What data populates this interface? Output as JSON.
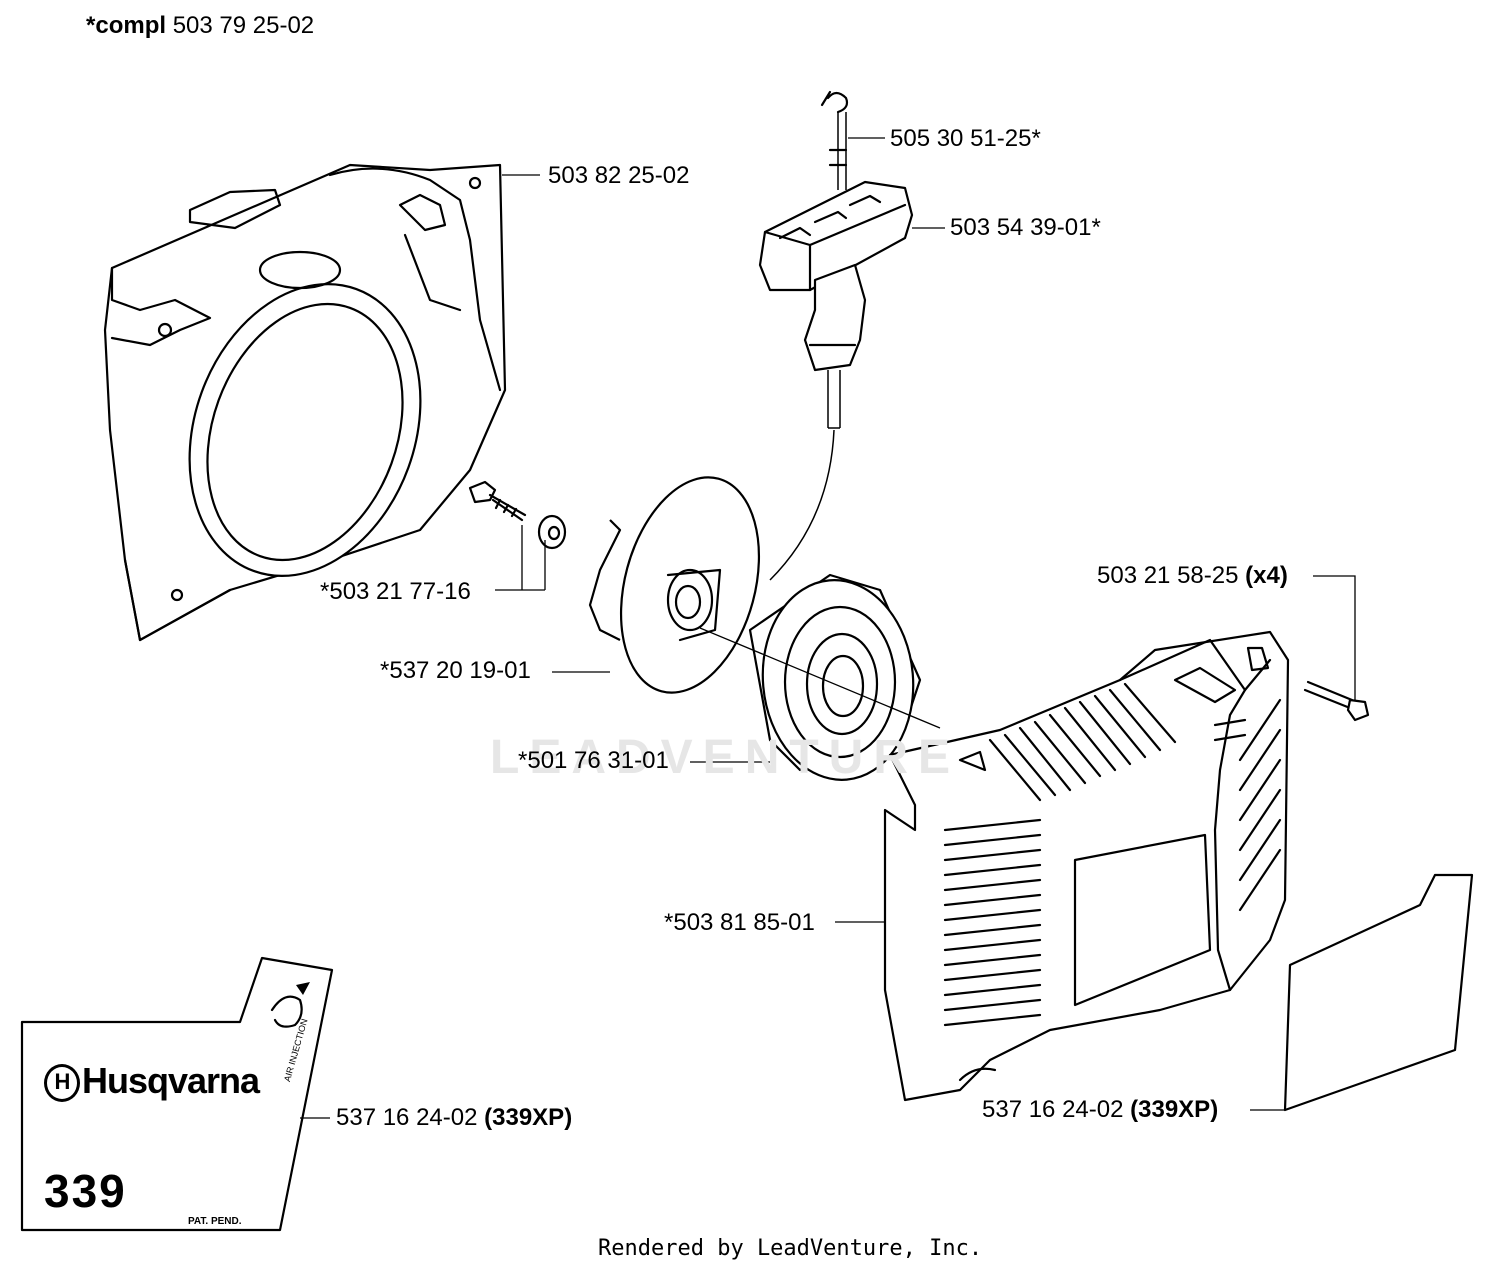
{
  "header": {
    "compl_prefix": "*compl",
    "compl_number": "503 79 25-02"
  },
  "parts": {
    "fan_housing": "503 82 25-02",
    "starter_rope": "505 30 51-25*",
    "starter_handle": "503 54 39-01*",
    "screw_washer": "*503 21 77-16",
    "pulley": "*537 20 19-01",
    "spring_cassette": "*501 76 31-01",
    "screws_number": "503 21 58-25",
    "screws_qty": "(x4)",
    "starter_cover": "*503 81 85-01",
    "decal_left_number": "537 16 24-02",
    "decal_left_model": "(339XP)",
    "decal_right_number": "537 16 24-02",
    "decal_right_model": "(339XP)"
  },
  "decal": {
    "brand": "Husqvarna",
    "model": "339",
    "pat": "PAT. PEND.",
    "air_injection": "AIR INJECTION"
  },
  "footer": {
    "rendered_by": "Rendered by LeadVenture, Inc."
  }
}
